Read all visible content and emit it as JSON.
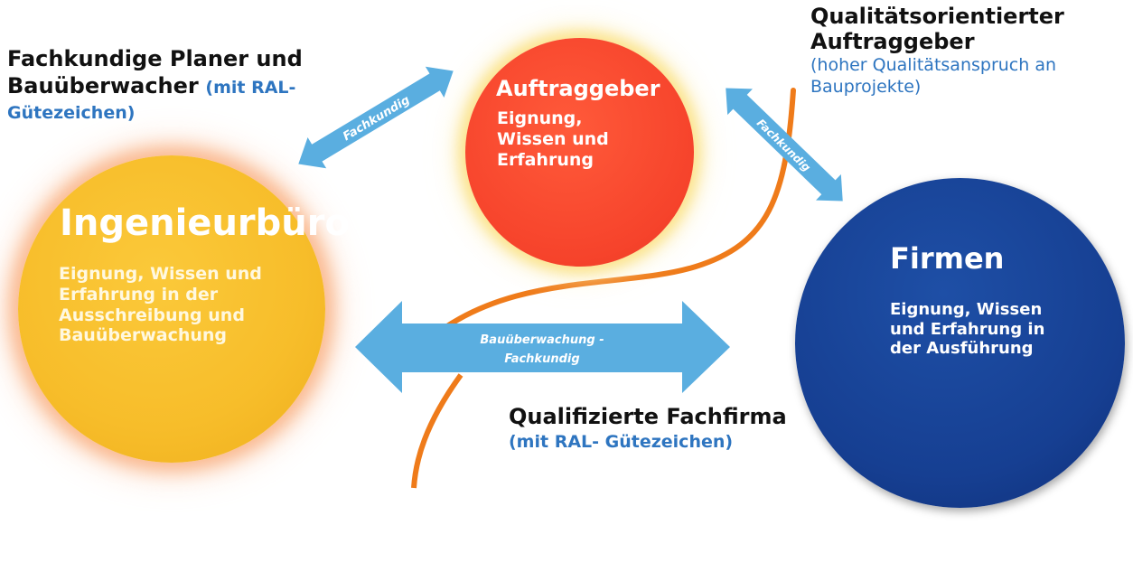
{
  "labels": {
    "top_left": {
      "title_line1": "Fachkundige Planer und",
      "title_line2": "Bauüberwacher",
      "note_part1": "(mit RAL-",
      "note_part2": "Gütezeichen)"
    },
    "top_right": {
      "title_line1": "Qualitätsorientierter",
      "title_line2": "Auftraggeber",
      "note_line1": "(hoher Qualitätsanspruch an",
      "note_line2": "Bauprojekte)"
    },
    "bottom_center": {
      "title": "Qualifizierte Fachfirma",
      "note": "(mit RAL- Gütezeichen)"
    }
  },
  "circles": {
    "ingenieurbuero": {
      "title": "Ingenieurbüro",
      "lines": [
        "Eignung, Wissen und",
        "Erfahrung in der",
        "Ausschreibung und",
        "Bauüberwachung"
      ],
      "color": "#f7bd2a"
    },
    "auftraggeber": {
      "title": "Auftraggeber",
      "lines": [
        "Eignung,",
        "Wissen und",
        "Erfahrung"
      ],
      "color": "#f6432b"
    },
    "firmen": {
      "title": "Firmen",
      "lines": [
        "Eignung, Wissen",
        "und Erfahrung in",
        "der Ausführung"
      ],
      "color": "#163f92"
    }
  },
  "arrows": {
    "left_diagonal": {
      "label": "Fachkundig"
    },
    "right_diagonal": {
      "label": "Fachkundig"
    },
    "horizontal": {
      "label_line1": "Bauüberwachung -",
      "label_line2": "Fachkundig"
    },
    "color": "#5aaee0"
  },
  "divider_curve": {
    "color": "#ef7b1a"
  }
}
